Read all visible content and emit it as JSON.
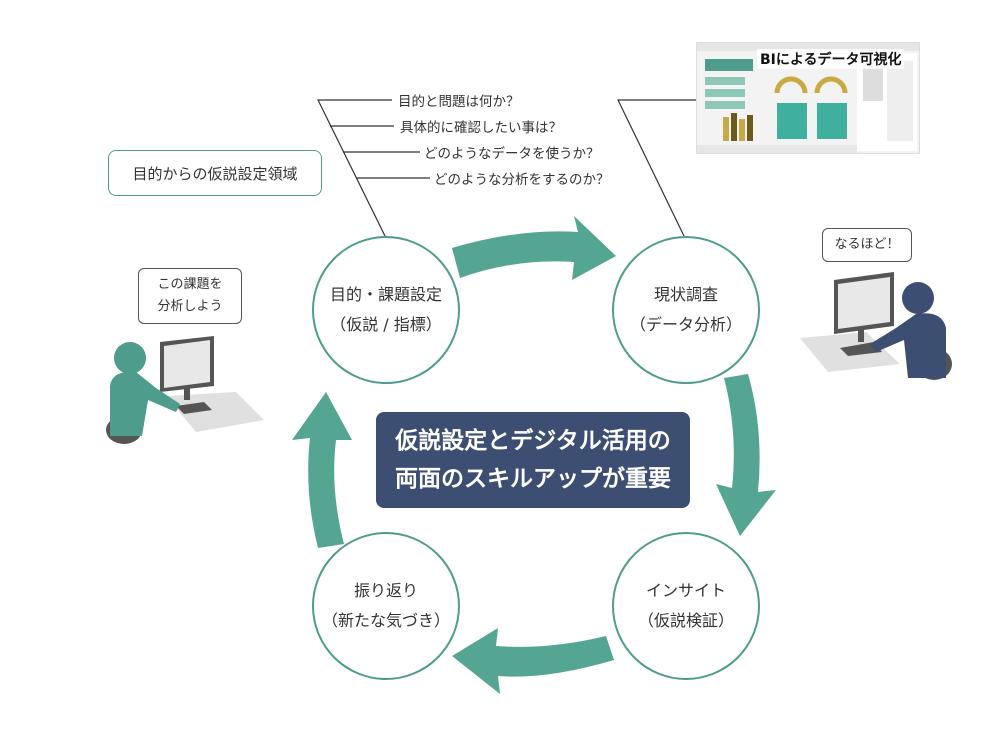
{
  "colors": {
    "teal": "#4e9c8c",
    "navy": "#3d4e73",
    "person_teal": "#4e9c8c",
    "person_navy": "#3d4e73",
    "chair": "#555555",
    "desk": "#e0e0e0"
  },
  "region_label": "目的からの仮説設定領域",
  "questions": [
    "目的と問題は何か？",
    "具体的に確認したい事は？",
    "どのようなデータを使うか？",
    "どのような分析をするのか？"
  ],
  "bi_screenshot": {
    "title": "BIによるデータ可視化"
  },
  "cycle": {
    "nodes": [
      {
        "line1": "目的・課題設定",
        "line2": "（仮説 / 指標）"
      },
      {
        "line1": "現状調査",
        "line2": "（データ分析）"
      },
      {
        "line1": "インサイト",
        "line2": "（仮説検証）"
      },
      {
        "line1": "振り返り",
        "line2": "（新たな気づき）"
      }
    ]
  },
  "center": {
    "line1": "仮説設定とデジタル活用の",
    "line2": "両面のスキルアップが重要"
  },
  "person_left": {
    "bubble_line1": "この課題を",
    "bubble_line2": "分析しよう",
    "icon": "person-at-computer-icon"
  },
  "person_right": {
    "bubble": "なるほど！",
    "icon": "person-at-computer-icon"
  }
}
